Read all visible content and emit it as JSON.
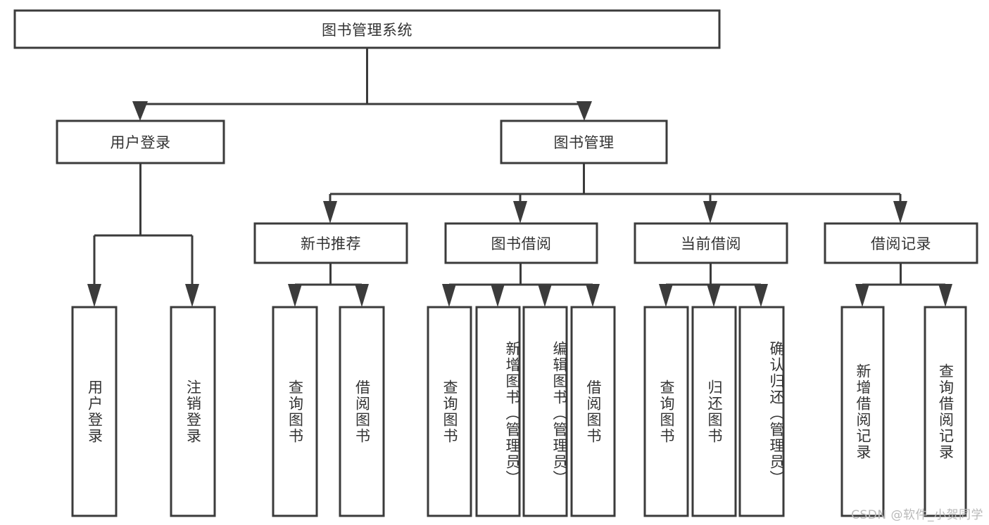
{
  "diagram": {
    "type": "tree",
    "title": "图书管理系统",
    "watermark": "CSDN @软件_小贺同学",
    "colors": {
      "stroke": "#3b3b3b",
      "box_fill": "#ffffff",
      "text": "#333333",
      "background": "#ffffff",
      "watermark": "#b9b9b9"
    },
    "root": {
      "label": "图书管理系统"
    },
    "level2": [
      {
        "label": "用户登录"
      },
      {
        "label": "图书管理"
      }
    ],
    "level3": [
      {
        "label": "新书推荐"
      },
      {
        "label": "图书借阅"
      },
      {
        "label": "当前借阅"
      },
      {
        "label": "借阅记录"
      }
    ],
    "leaves": {
      "user_login": [
        {
          "label": "用户登录"
        },
        {
          "label": "注销登录"
        }
      ],
      "new_book_recommend": [
        {
          "label": "查询图书"
        },
        {
          "label": "借阅图书"
        }
      ],
      "book_borrow": [
        {
          "label": "查询图书"
        },
        {
          "label": "新增图书（管理员）"
        },
        {
          "label": "编辑图书（管理员）"
        },
        {
          "label": "借阅图书"
        }
      ],
      "current_borrow": [
        {
          "label": "查询图书"
        },
        {
          "label": "归还图书"
        },
        {
          "label": "确认归还（管理员）"
        }
      ],
      "borrow_record": [
        {
          "label": "新增借阅记录"
        },
        {
          "label": "查询借阅记录"
        }
      ]
    }
  }
}
